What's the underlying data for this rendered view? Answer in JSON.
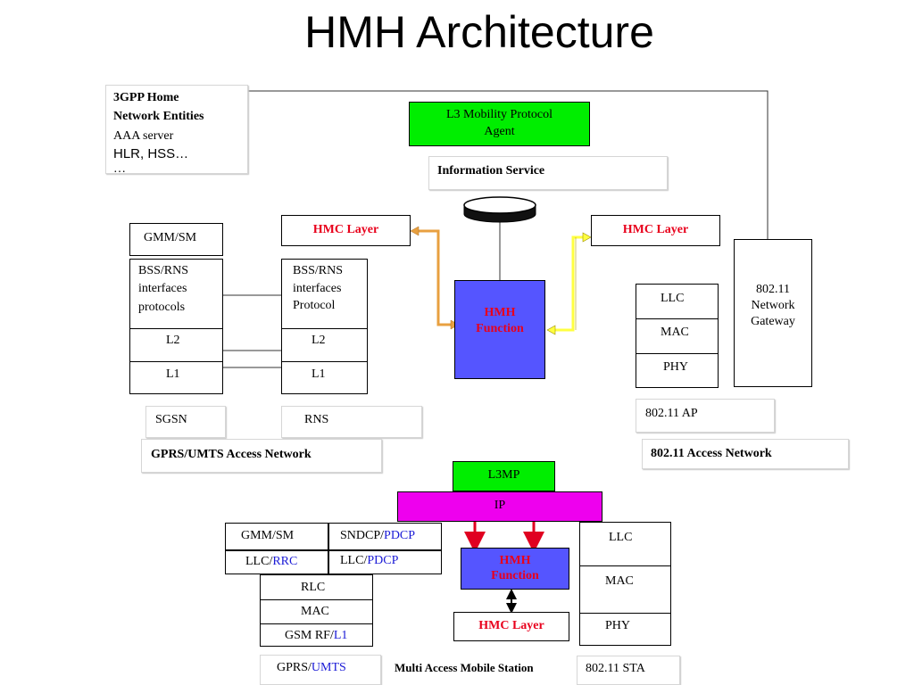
{
  "title": "HMH Architecture",
  "home_network": {
    "line1": "3GPP Home",
    "line2": "Network Entities",
    "line3": "AAA server",
    "line4": "HLR, HSS…",
    "line5": "…"
  },
  "l3_agent": {
    "line1": "L3 Mobility Protocol",
    "line2": "Agent",
    "color": "#00ee00"
  },
  "information_service": "Information Service",
  "hmc_layer": "HMC Layer",
  "hmh_function": {
    "line1": "HMH",
    "line2": "Function",
    "color": "#5555ff"
  },
  "gprs_stack": {
    "gmm_sm": "GMM/SM",
    "bss_rns": {
      "line1": "BSS/RNS",
      "line2": "interfaces",
      "line3": "protocols"
    },
    "l2": "L2",
    "l1": "L1"
  },
  "rns_stack": {
    "bss_rns": {
      "line1": "BSS/RNS",
      "line2": "interfaces",
      "line3": "Protocol"
    },
    "l2": "L2",
    "l1": "L1"
  },
  "sgsn": "SGSN",
  "rns": "RNS",
  "gprs_access_network": "GPRS/UMTS Access Network",
  "wlan_stack": {
    "llc": "LLC",
    "mac": "MAC",
    "phy": "PHY"
  },
  "network_gateway": {
    "line1": "802.11",
    "line2": "Network",
    "line3": "Gateway"
  },
  "ap": "802.11 AP",
  "wlan_access_network": "802.11 Access Network",
  "mobile_station": {
    "l3mp": "L3MP",
    "ip": "IP",
    "ip_color": "#ee00ee",
    "gmm_sm": "GMM/SM",
    "sndcp_prefix": "SNDCP/",
    "sndcp_accent": "PDCP",
    "llc_rrc_prefix": "LLC/",
    "llc_rrc_accent": "RRC",
    "llc_pdcp_prefix": "LLC/",
    "llc_pdcp_accent": "PDCP",
    "rlc": "RLC",
    "mac": "MAC",
    "gsm_rf_prefix": "GSM RF/",
    "gsm_rf_accent": "L1",
    "gprs_prefix": "GPRS/",
    "gprs_accent": "UMTS",
    "hmh_line1": "HMH",
    "hmh_line2": "Function",
    "hmc_layer": "HMC Layer",
    "llc": "LLC",
    "wlan_mac": "MAC",
    "phy": "PHY",
    "sta": "802.11 STA",
    "caption": "Multi Access Mobile Station"
  },
  "colors": {
    "orange_arrow": "#e8a040",
    "yellow_arrow": "#ffff40",
    "red_arrow": "#e00020",
    "accent_blue": "#1a1ad6"
  }
}
